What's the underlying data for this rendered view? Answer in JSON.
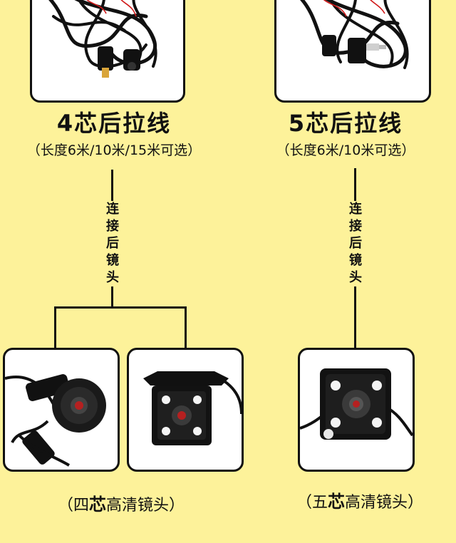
{
  "left_product": {
    "title": "4芯后拉线",
    "lengths": "（长度6米/10米/15米可选）",
    "connect_label": [
      "连",
      "接",
      "后",
      "镜",
      "头"
    ],
    "caption_open": "（四",
    "caption_core": "芯",
    "caption_rest": "高清镜头）"
  },
  "right_product": {
    "title": "5芯后拉线",
    "lengths": "（长度6米/10米可选）",
    "connect_label": [
      "连",
      "接",
      "后",
      "镜",
      "头"
    ],
    "caption_open": "（五",
    "caption_core": "芯",
    "caption_rest": "高清镜头）"
  },
  "colors": {
    "background": "#fdf29a",
    "border": "#111111"
  }
}
